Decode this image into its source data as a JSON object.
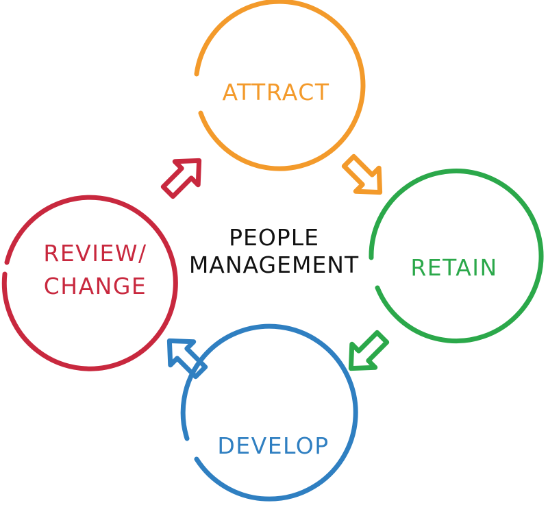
{
  "center": {
    "line1": "PEOPLE",
    "line2": "MANAGEMENT",
    "color": "#111111"
  },
  "stages": {
    "attract": {
      "label": "ATTRACT",
      "color": "#F39A2B"
    },
    "retain": {
      "label": "RETAIN",
      "color": "#2BA84A"
    },
    "develop": {
      "label": "DEVELOP",
      "color": "#2F7FC1"
    },
    "review": {
      "line1": "REVIEW/",
      "line2": "CHANGE",
      "color": "#C8283E"
    }
  },
  "arrows": {
    "attract_to_retain": {
      "color": "#F39A2B",
      "icon": "arrow-right-down-icon"
    },
    "retain_to_develop": {
      "color": "#2BA84A",
      "icon": "arrow-down-left-icon"
    },
    "develop_to_review": {
      "color": "#2F7FC1",
      "icon": "arrow-left-up-icon"
    },
    "review_to_attract": {
      "color": "#C8283E",
      "icon": "arrow-up-right-icon"
    }
  }
}
